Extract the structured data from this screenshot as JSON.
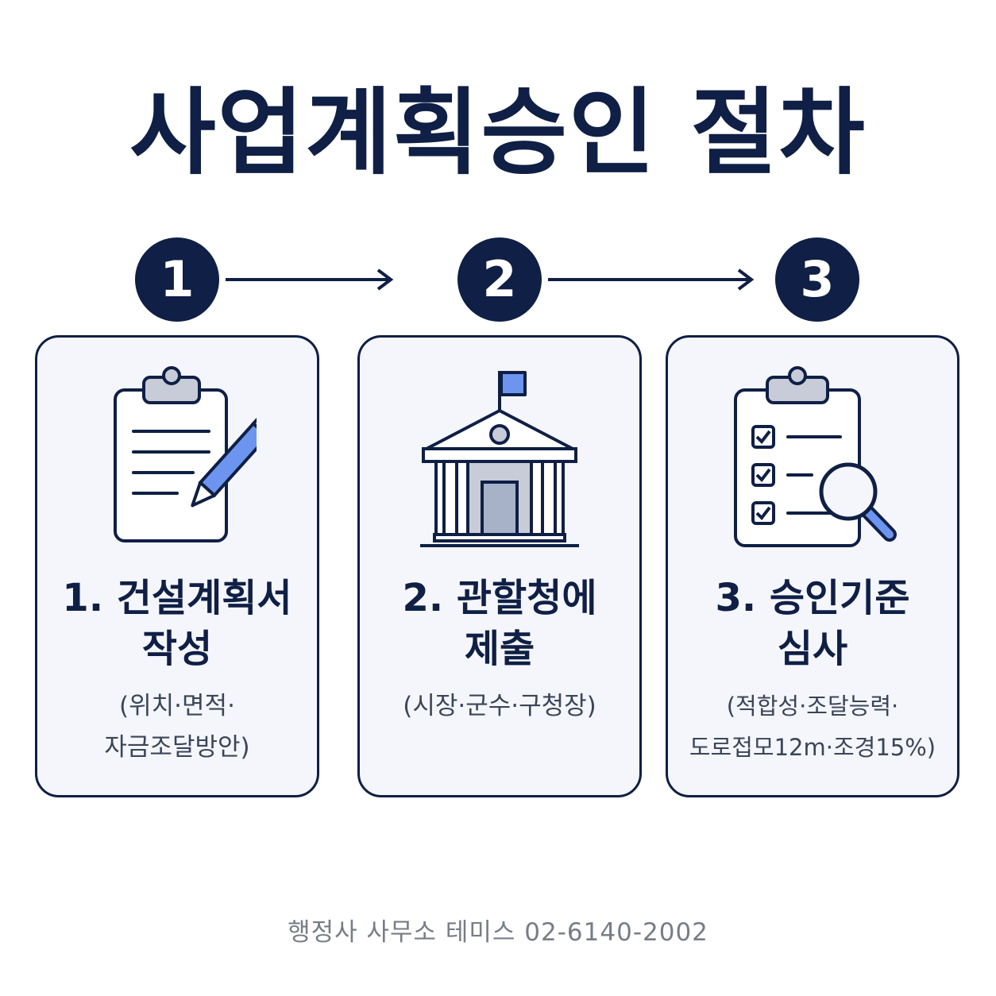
{
  "title": "사업계획승인 절차",
  "steps": [
    {
      "number": "1",
      "icon": "clipboard-pencil-icon",
      "title_line1": "1. 건설계획서",
      "title_line2": "작성",
      "detail_line1": "(위치·면적·",
      "detail_line2": "자금조달방안)"
    },
    {
      "number": "2",
      "icon": "government-building-icon",
      "title_line1": "2. 관할청에",
      "title_line2": "제출",
      "detail_line1": "(시장·군수·구청장)",
      "detail_line2": ""
    },
    {
      "number": "3",
      "icon": "checklist-magnifier-icon",
      "title_line1": "3. 승인기준",
      "title_line2": "심사",
      "detail_line1": "(적합성·조달능력·",
      "detail_line2": "도로접모12m·조경15%)"
    }
  ],
  "footer": "행정사 사무소 테미스 02-6140-2002",
  "colors": {
    "navy": "#0f1f45",
    "card_bg": "#f4f6fb",
    "accent_blue": "#6d95ef",
    "muted_gray": "#c7ccd8",
    "footer_gray": "#777d87"
  }
}
